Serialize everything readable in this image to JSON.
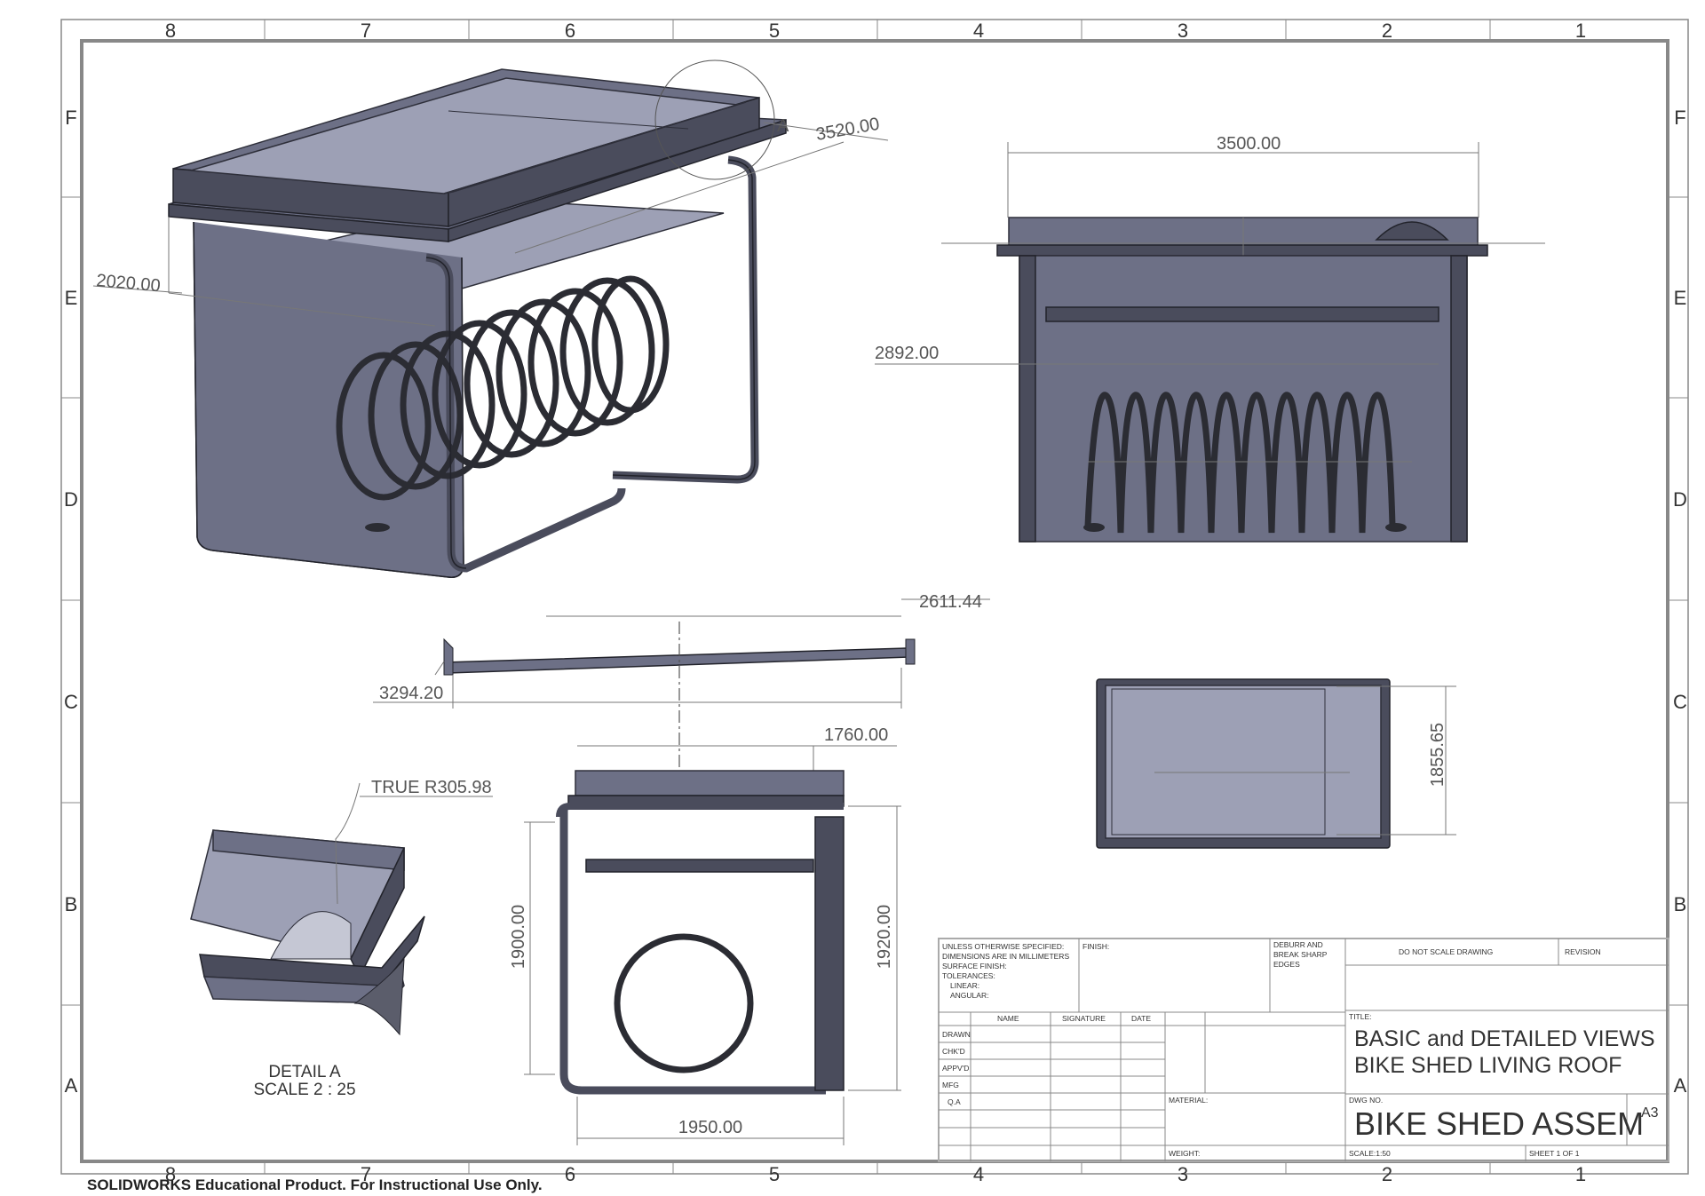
{
  "zones": {
    "columns": [
      "8",
      "7",
      "6",
      "5",
      "4",
      "3",
      "2",
      "1"
    ],
    "rows": [
      "F",
      "E",
      "D",
      "C",
      "B",
      "A"
    ]
  },
  "dimensions": {
    "iso_length": "3520.00",
    "iso_depth": "2020.00",
    "front_width": "3500.00",
    "front_inner": "2892.00",
    "section_top": "2611.44",
    "section_bottom": "3294.20",
    "side_top": "1760.00",
    "side_height_left": "1900.00",
    "side_height_right": "1920.00",
    "side_width": "1950.00",
    "top_view_height": "1855.65",
    "detail_radius": "TRUE R305.98"
  },
  "detail": {
    "callout": "A",
    "title": "DETAIL A",
    "scale": "SCALE 2 : 25"
  },
  "title_block": {
    "notes": [
      "UNLESS OTHERWISE SPECIFIED:",
      "DIMENSIONS ARE IN MILLIMETERS",
      "SURFACE FINISH:",
      "TOLERANCES:",
      "LINEAR:",
      "ANGULAR:"
    ],
    "finish_label": "FINISH:",
    "deburr": [
      "DEBURR AND",
      "BREAK SHARP",
      "EDGES"
    ],
    "do_not_scale": "DO NOT SCALE DRAWING",
    "revision_label": "REVISION",
    "columns": [
      "NAME",
      "SIGNATURE",
      "DATE"
    ],
    "roles": [
      "DRAWN",
      "CHK'D",
      "APPV'D",
      "MFG",
      "Q.A"
    ],
    "title_label": "TITLE:",
    "title_line1": "BASIC and DETAILED VIEWS",
    "title_line2": "BIKE SHED LIVING ROOF",
    "material_label": "MATERIAL:",
    "dwg_label": "DWG NO.",
    "dwg_no": "BIKE SHED ASSEM",
    "size": "A3",
    "weight_label": "WEIGHT:",
    "scale_label": "SCALE:1:50",
    "sheet_label": "SHEET 1 OF 1"
  },
  "watermark": "SOLIDWORKS Educational Product. For Instructional Use Only."
}
